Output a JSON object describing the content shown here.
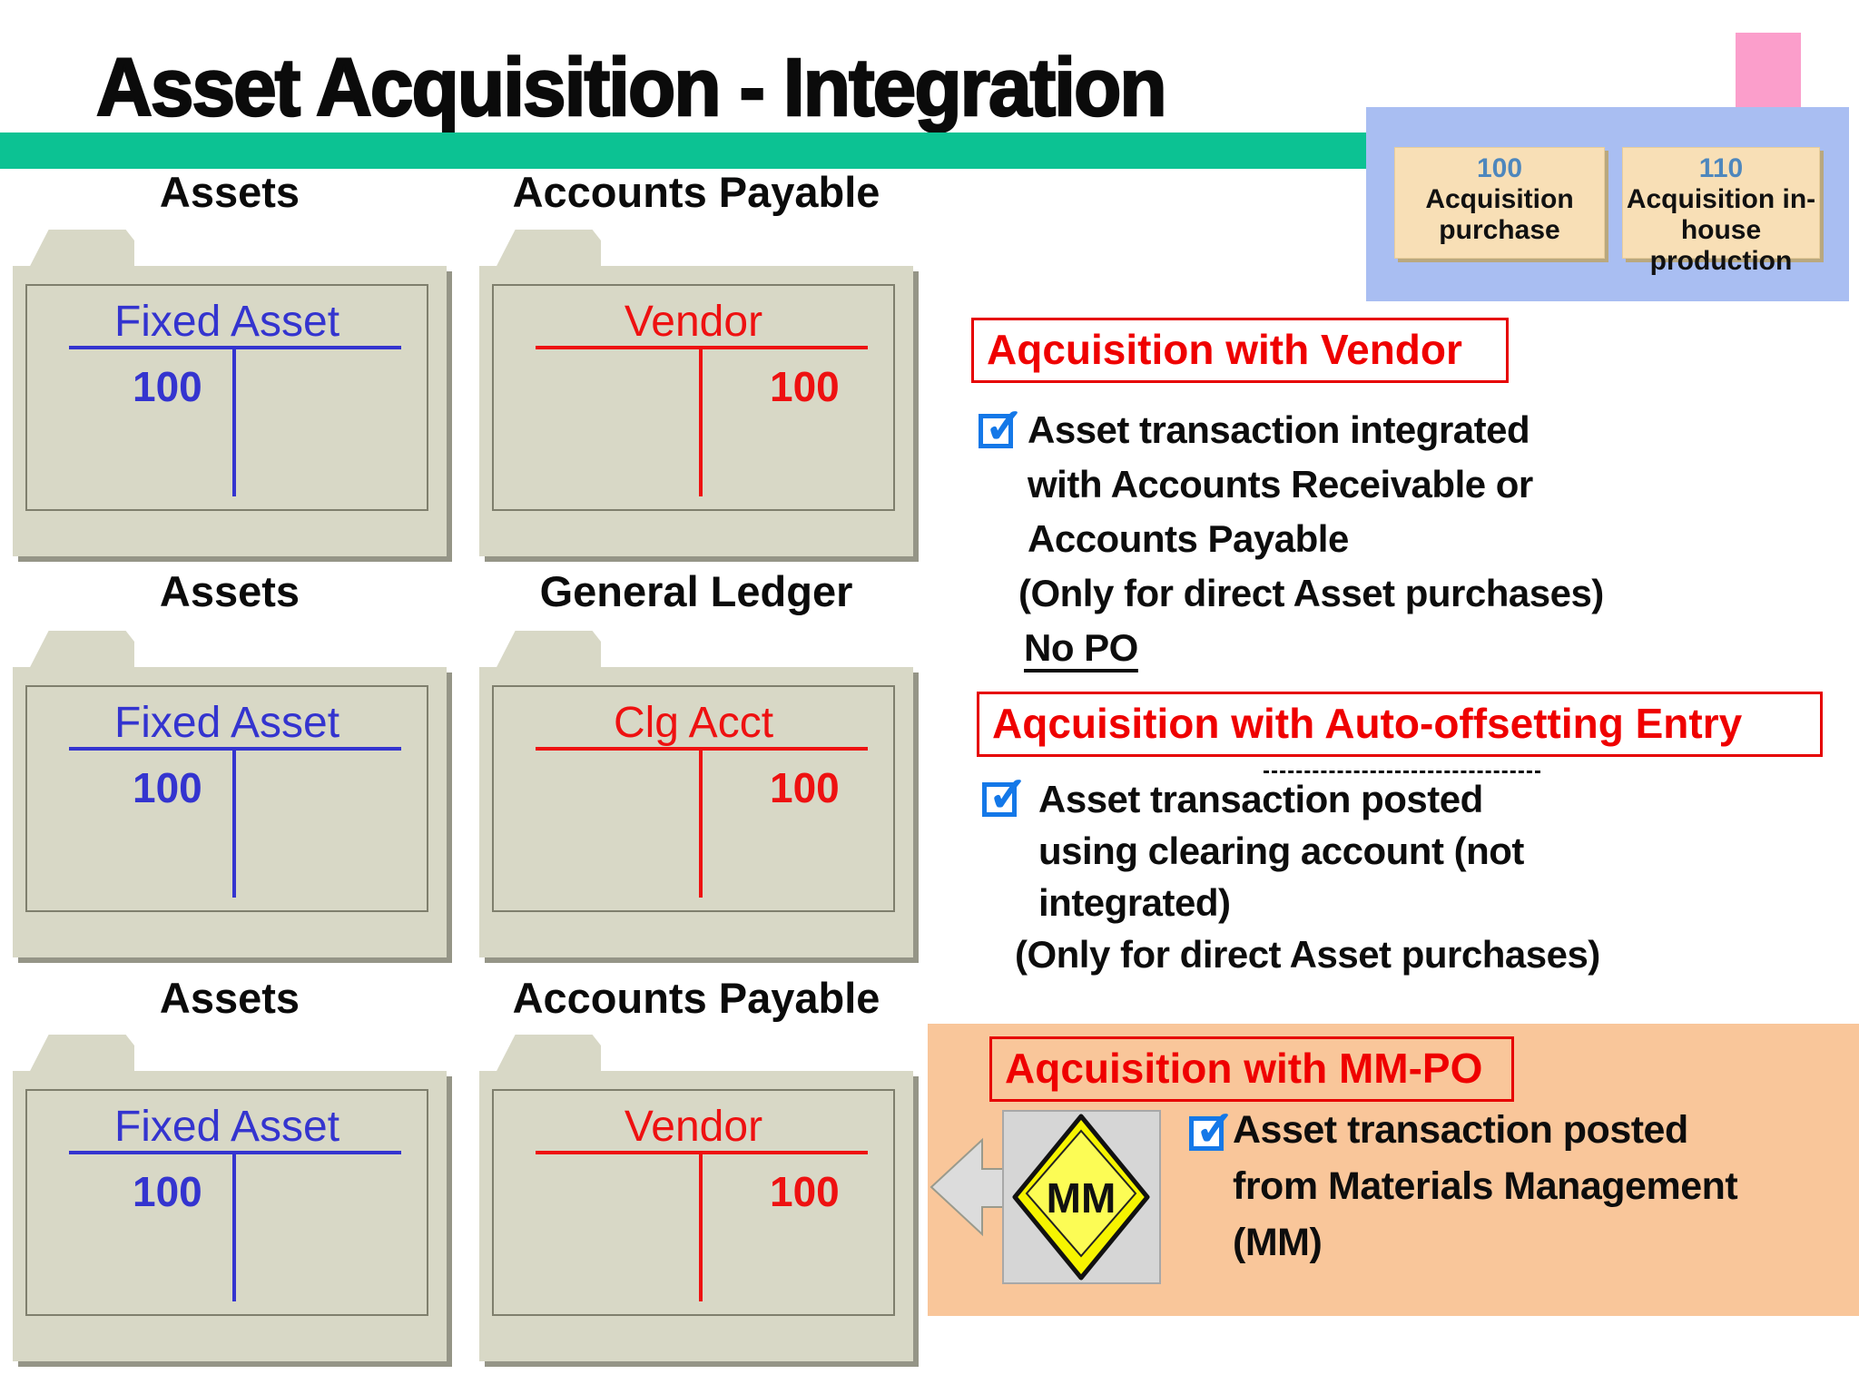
{
  "slide": {
    "title": "Asset Acquisition - Integration"
  },
  "legend": {
    "items": [
      {
        "code": "100",
        "label": "Acquisition\npurchase"
      },
      {
        "code": "110",
        "label": "Acquisition in-\nhouse\nproduction"
      }
    ]
  },
  "ledger_rows": [
    {
      "left": {
        "header": "Assets",
        "account": "Fixed Asset",
        "amount": "100",
        "side": "debit"
      },
      "right": {
        "header": "Accounts Payable",
        "account": "Vendor",
        "amount": "100",
        "side": "credit"
      }
    },
    {
      "left": {
        "header": "Assets",
        "account": "Fixed Asset",
        "amount": "100",
        "side": "debit"
      },
      "right": {
        "header": "General Ledger",
        "account": "Clg Acct",
        "amount": "100",
        "side": "credit"
      }
    },
    {
      "left": {
        "header": "Assets",
        "account": "Fixed Asset",
        "amount": "100",
        "side": "debit"
      },
      "right": {
        "header": "Accounts Payable",
        "account": "Vendor",
        "amount": "100",
        "side": "credit"
      }
    }
  ],
  "sections": [
    {
      "title": "Aqcuisition with Vendor",
      "lines": [
        "Asset transaction integrated",
        "with Accounts Receivable or",
        "Accounts Payable",
        "(Only for direct Asset purchases)",
        "No PO"
      ]
    },
    {
      "title": "Aqcuisition with Auto-offsetting Entry",
      "lines": [
        "Asset transaction posted",
        "using clearing account (not",
        "integrated)",
        "(Only for direct Asset purchases)"
      ]
    },
    {
      "title": "Aqcuisition with MM-PO",
      "icon_text": "MM",
      "lines": [
        "Asset transaction posted",
        "from Materials Management",
        "(MM)"
      ]
    }
  ],
  "icons": {
    "check_glyph": "✓"
  },
  "colors": {
    "teal_bar": "#0cc293",
    "pink_tab": "#fb9ecb",
    "panel_blue": "#a9bef2",
    "legend_tan": "#f8dfb6",
    "legend_code_blue": "#4e87bd",
    "folder_tan": "#d8d8c6",
    "account_blue": "#3434cf",
    "account_red": "#ee1111",
    "checkbox_blue": "#1478e8",
    "section_title_red": "#ef0000",
    "orange_panel": "#f9c69a",
    "mm_yellow": "#f6f400"
  }
}
